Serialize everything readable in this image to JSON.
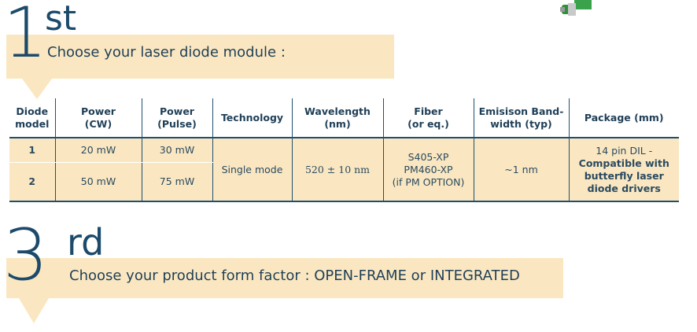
{
  "step1": {
    "number": "1",
    "suffix": "st",
    "title": "Choose your laser diode module :"
  },
  "step3": {
    "number": "3",
    "suffix": "rd",
    "title": "Choose your product form factor : OPEN-FRAME or INTEGRATED"
  },
  "table": {
    "headers": {
      "model": [
        "Diode",
        "model"
      ],
      "power_cw": [
        "Power",
        "(CW)"
      ],
      "power_pulse": [
        "Power",
        "(Pulse)"
      ],
      "technology": [
        "Technology"
      ],
      "wavelength": [
        "Wavelength",
        "(nm)"
      ],
      "fiber": [
        "Fiber",
        "(or eq.)"
      ],
      "bandwidth": [
        "Emisison Band-",
        "width (typ)"
      ],
      "package": [
        "Package (mm)"
      ]
    },
    "rows": [
      {
        "model": "1",
        "power_cw": "20 mW",
        "power_pulse": "30 mW"
      },
      {
        "model": "2",
        "power_cw": "50 mW",
        "power_pulse": "75 mW"
      }
    ],
    "shared": {
      "technology": "Single mode",
      "wavelength": "520 ± 10 nm",
      "fiber": [
        "S405-XP",
        "PM460-XP",
        "(if PM OPTION)"
      ],
      "bandwidth": "~1 nm",
      "package_line1": "14 pin DIL -",
      "package_bold": [
        "Compatible with",
        "butterfly laser",
        "diode drivers"
      ]
    }
  },
  "icons": {
    "connector": "fiber-connector-icon"
  },
  "colors": {
    "banner": "#fae7c1",
    "accent": "#1c4a6a",
    "connector_green": "#3aa24a"
  }
}
